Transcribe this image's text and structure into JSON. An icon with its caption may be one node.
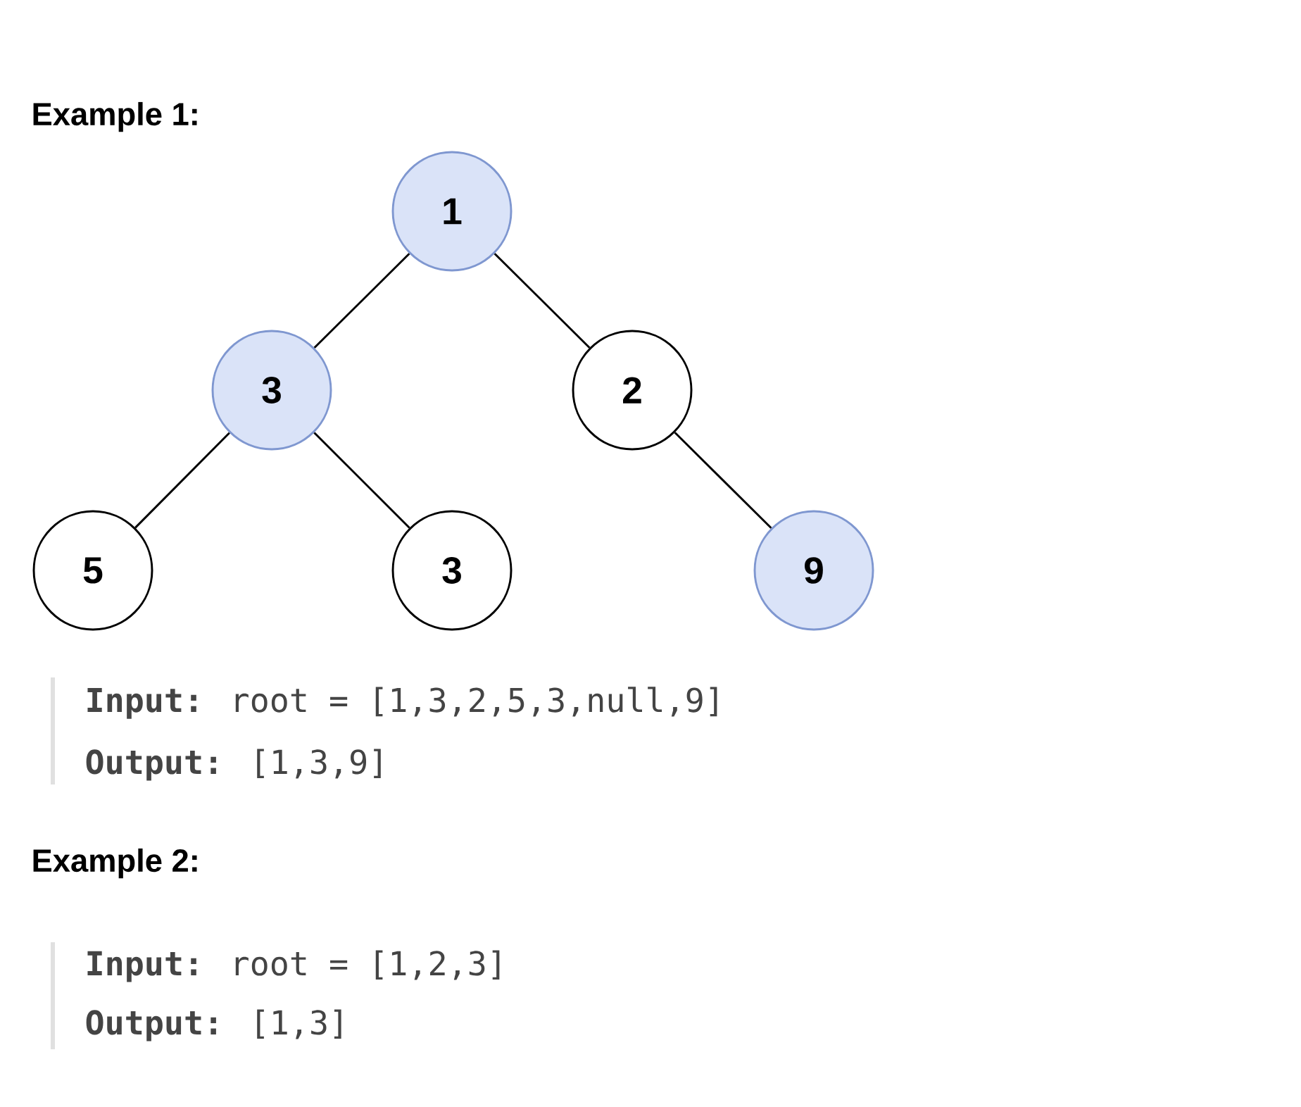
{
  "diagram": {
    "nodes": [
      {
        "text": [
          "1"
        ]
      },
      {
        "text": [
          "3"
        ]
      },
      {
        "text": [
          "2"
        ]
      },
      {
        "text": [
          "5"
        ]
      },
      {
        "text": [
          "3"
        ]
      },
      {
        "text": [
          "9"
        ]
      }
    ],
    "edges": [
      {
        "from": 0,
        "to": 1,
        "arrow": "none"
      },
      {
        "from": 0,
        "to": 2,
        "arrow": "none"
      },
      {
        "from": 1,
        "to": 3,
        "arrow": "none"
      },
      {
        "from": 1,
        "to": 4,
        "arrow": "none"
      },
      {
        "from": 2,
        "to": 5,
        "arrow": "none"
      }
    ],
    "labels": [
      "Example 1:",
      "**Input:** root = [1,3,2,5,3,null,9]",
      "**Output:** [1,3,9]",
      "Example 2:",
      "**Input:** root = [1,2,3]",
      "**Output:** [1,3]"
    ]
  }
}
